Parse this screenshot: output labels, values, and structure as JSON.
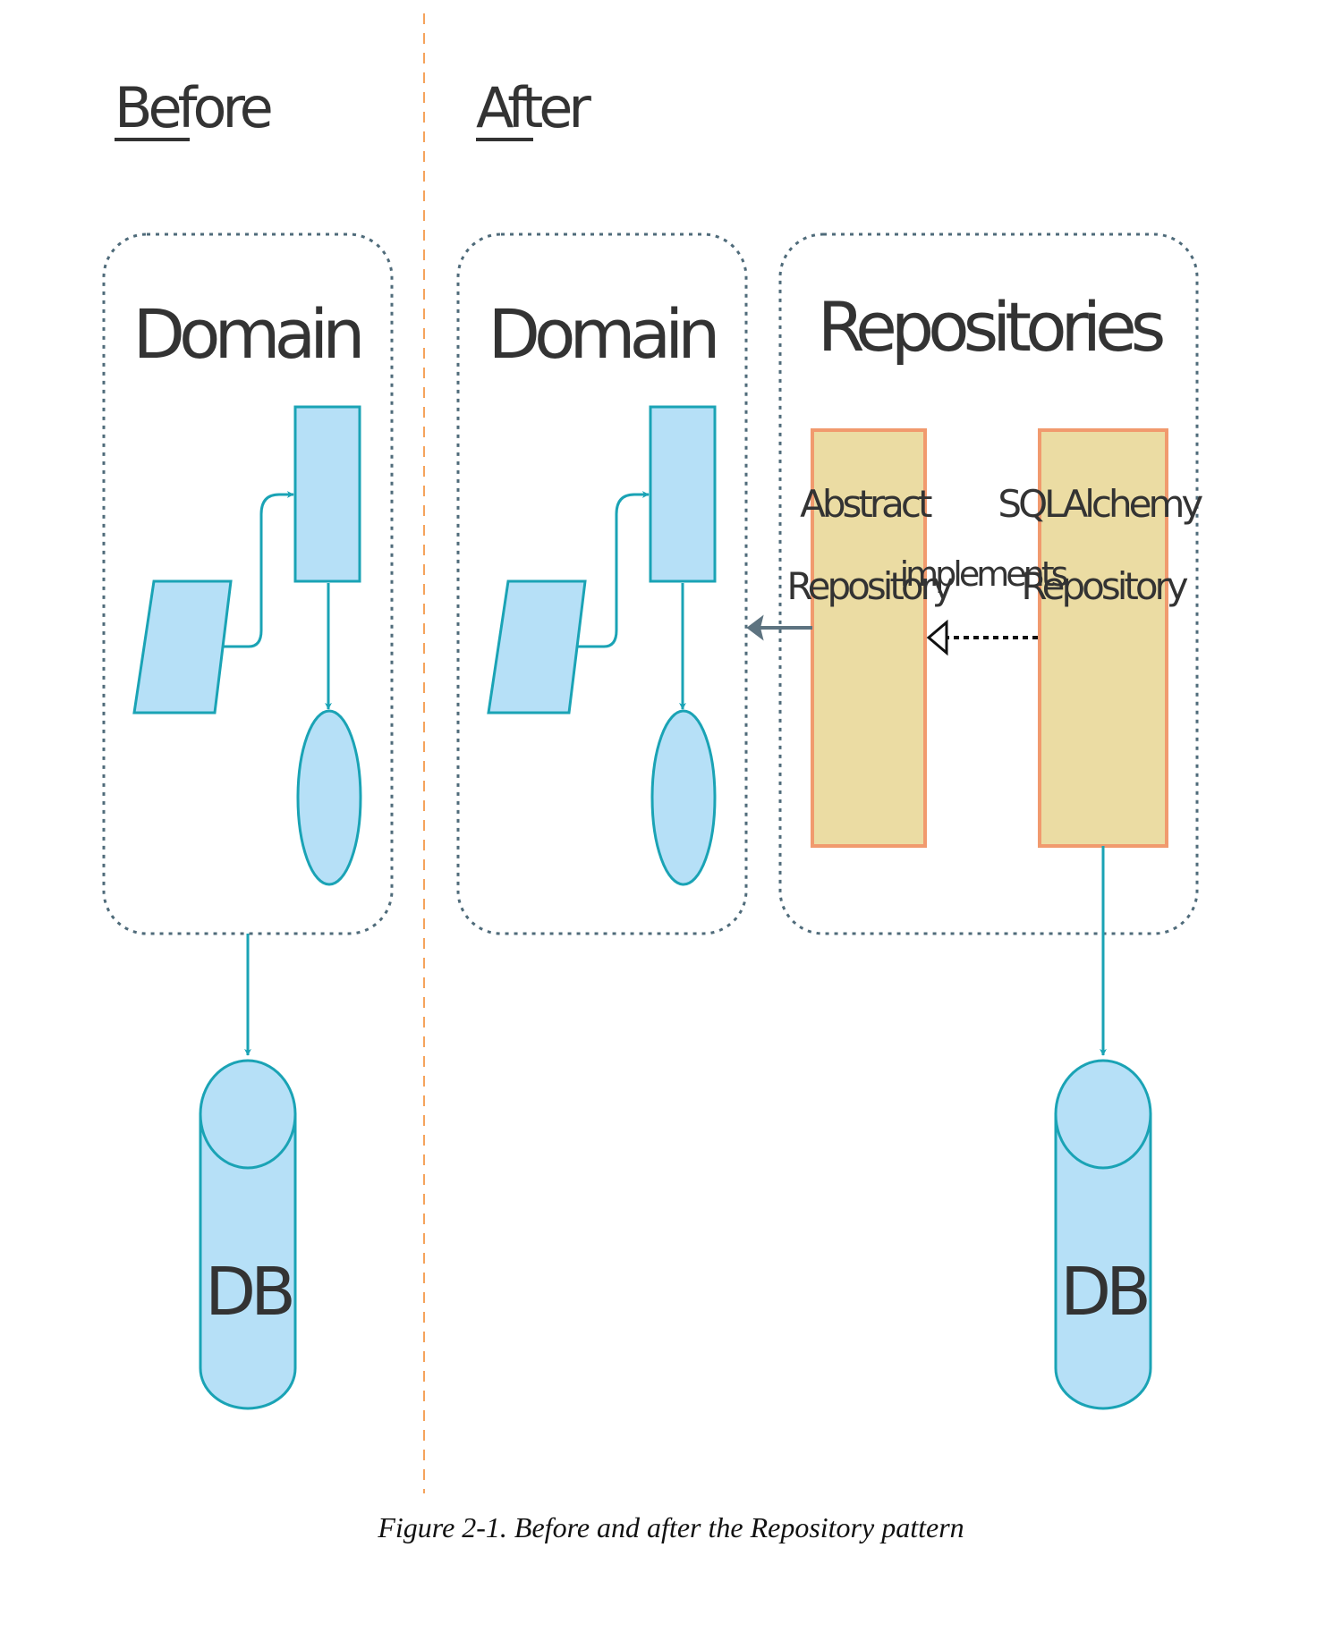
{
  "sections": {
    "before": "Before",
    "after": "After"
  },
  "boxes": {
    "domain_before": "Domain",
    "domain_after": "Domain",
    "repositories": "Repositories"
  },
  "repository_classes": {
    "abstract": [
      "Abstract",
      "Repository"
    ],
    "sqlalchemy": [
      "SQLAlchemy",
      "Repository"
    ]
  },
  "relation_label": "implements",
  "database": {
    "before": "DB",
    "after": "DB"
  },
  "caption": "Figure 2-1. Before and after the Repository pattern",
  "colors": {
    "shape_fill": "#b6e0f7",
    "shape_stroke": "#1aa3b5",
    "box_border": "#4f6b7a",
    "separator": "#f5a35c",
    "repo_fill": "#ebdca3",
    "repo_stroke": "#f19a6e",
    "dependency_arrow": "#5d7380"
  }
}
